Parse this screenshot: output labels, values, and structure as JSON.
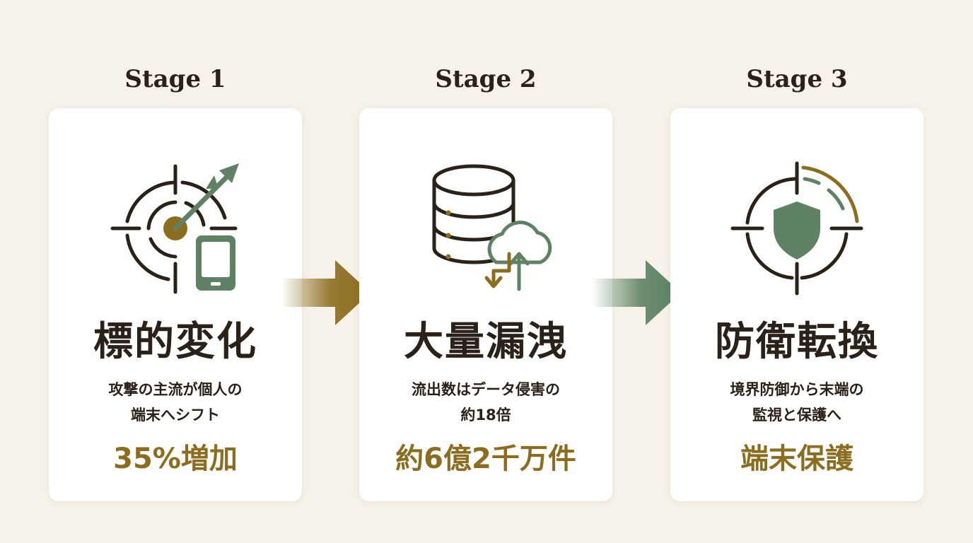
{
  "colors": {
    "background": "#f6f2ea",
    "card": "#ffffff",
    "text_dark": "#2a2118",
    "accent_gold": "#8c6d1f",
    "accent_green": "#5e8263"
  },
  "stages": [
    {
      "label": "Stage 1",
      "icon": "target-arrow-phone-icon",
      "title": "標的変化",
      "desc_line1": "攻撃の主流が個人の",
      "desc_line2": "端末へシフト",
      "stat": "35%増加"
    },
    {
      "label": "Stage 2",
      "icon": "database-cloud-icon",
      "title": "大量漏洩",
      "desc_line1": "流出数はデータ侵害の",
      "desc_line2": "約18倍",
      "stat": "約6億2千万件"
    },
    {
      "label": "Stage 3",
      "icon": "shield-crosshair-icon",
      "title": "防衛転換",
      "desc_line1": "境界防御から末端の",
      "desc_line2": "監視と保護へ",
      "stat": "端末保護"
    }
  ],
  "arrows": [
    {
      "icon": "right-arrow-gold-icon",
      "color": "#8c6d1f"
    },
    {
      "icon": "right-arrow-green-icon",
      "color": "#5e8263"
    }
  ]
}
